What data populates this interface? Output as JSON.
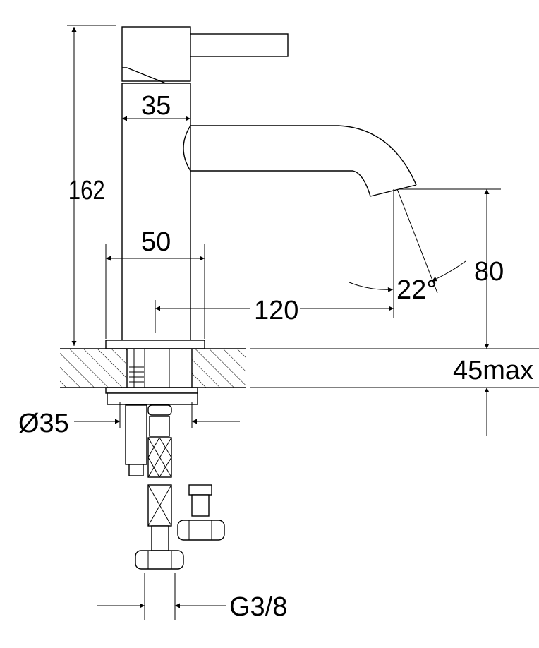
{
  "title": "Basin mixer tap dimension drawing",
  "dimensions": {
    "total_height": "162",
    "body_diameter": "35",
    "base_width": "50",
    "spout_reach": "120",
    "spout_angle": "22°",
    "spout_height": "80",
    "counter_thickness": "45max",
    "hole_diameter": "Ø35",
    "connection_thread": "G3/8"
  },
  "colors": {
    "line": "#000000",
    "background": "#ffffff"
  }
}
